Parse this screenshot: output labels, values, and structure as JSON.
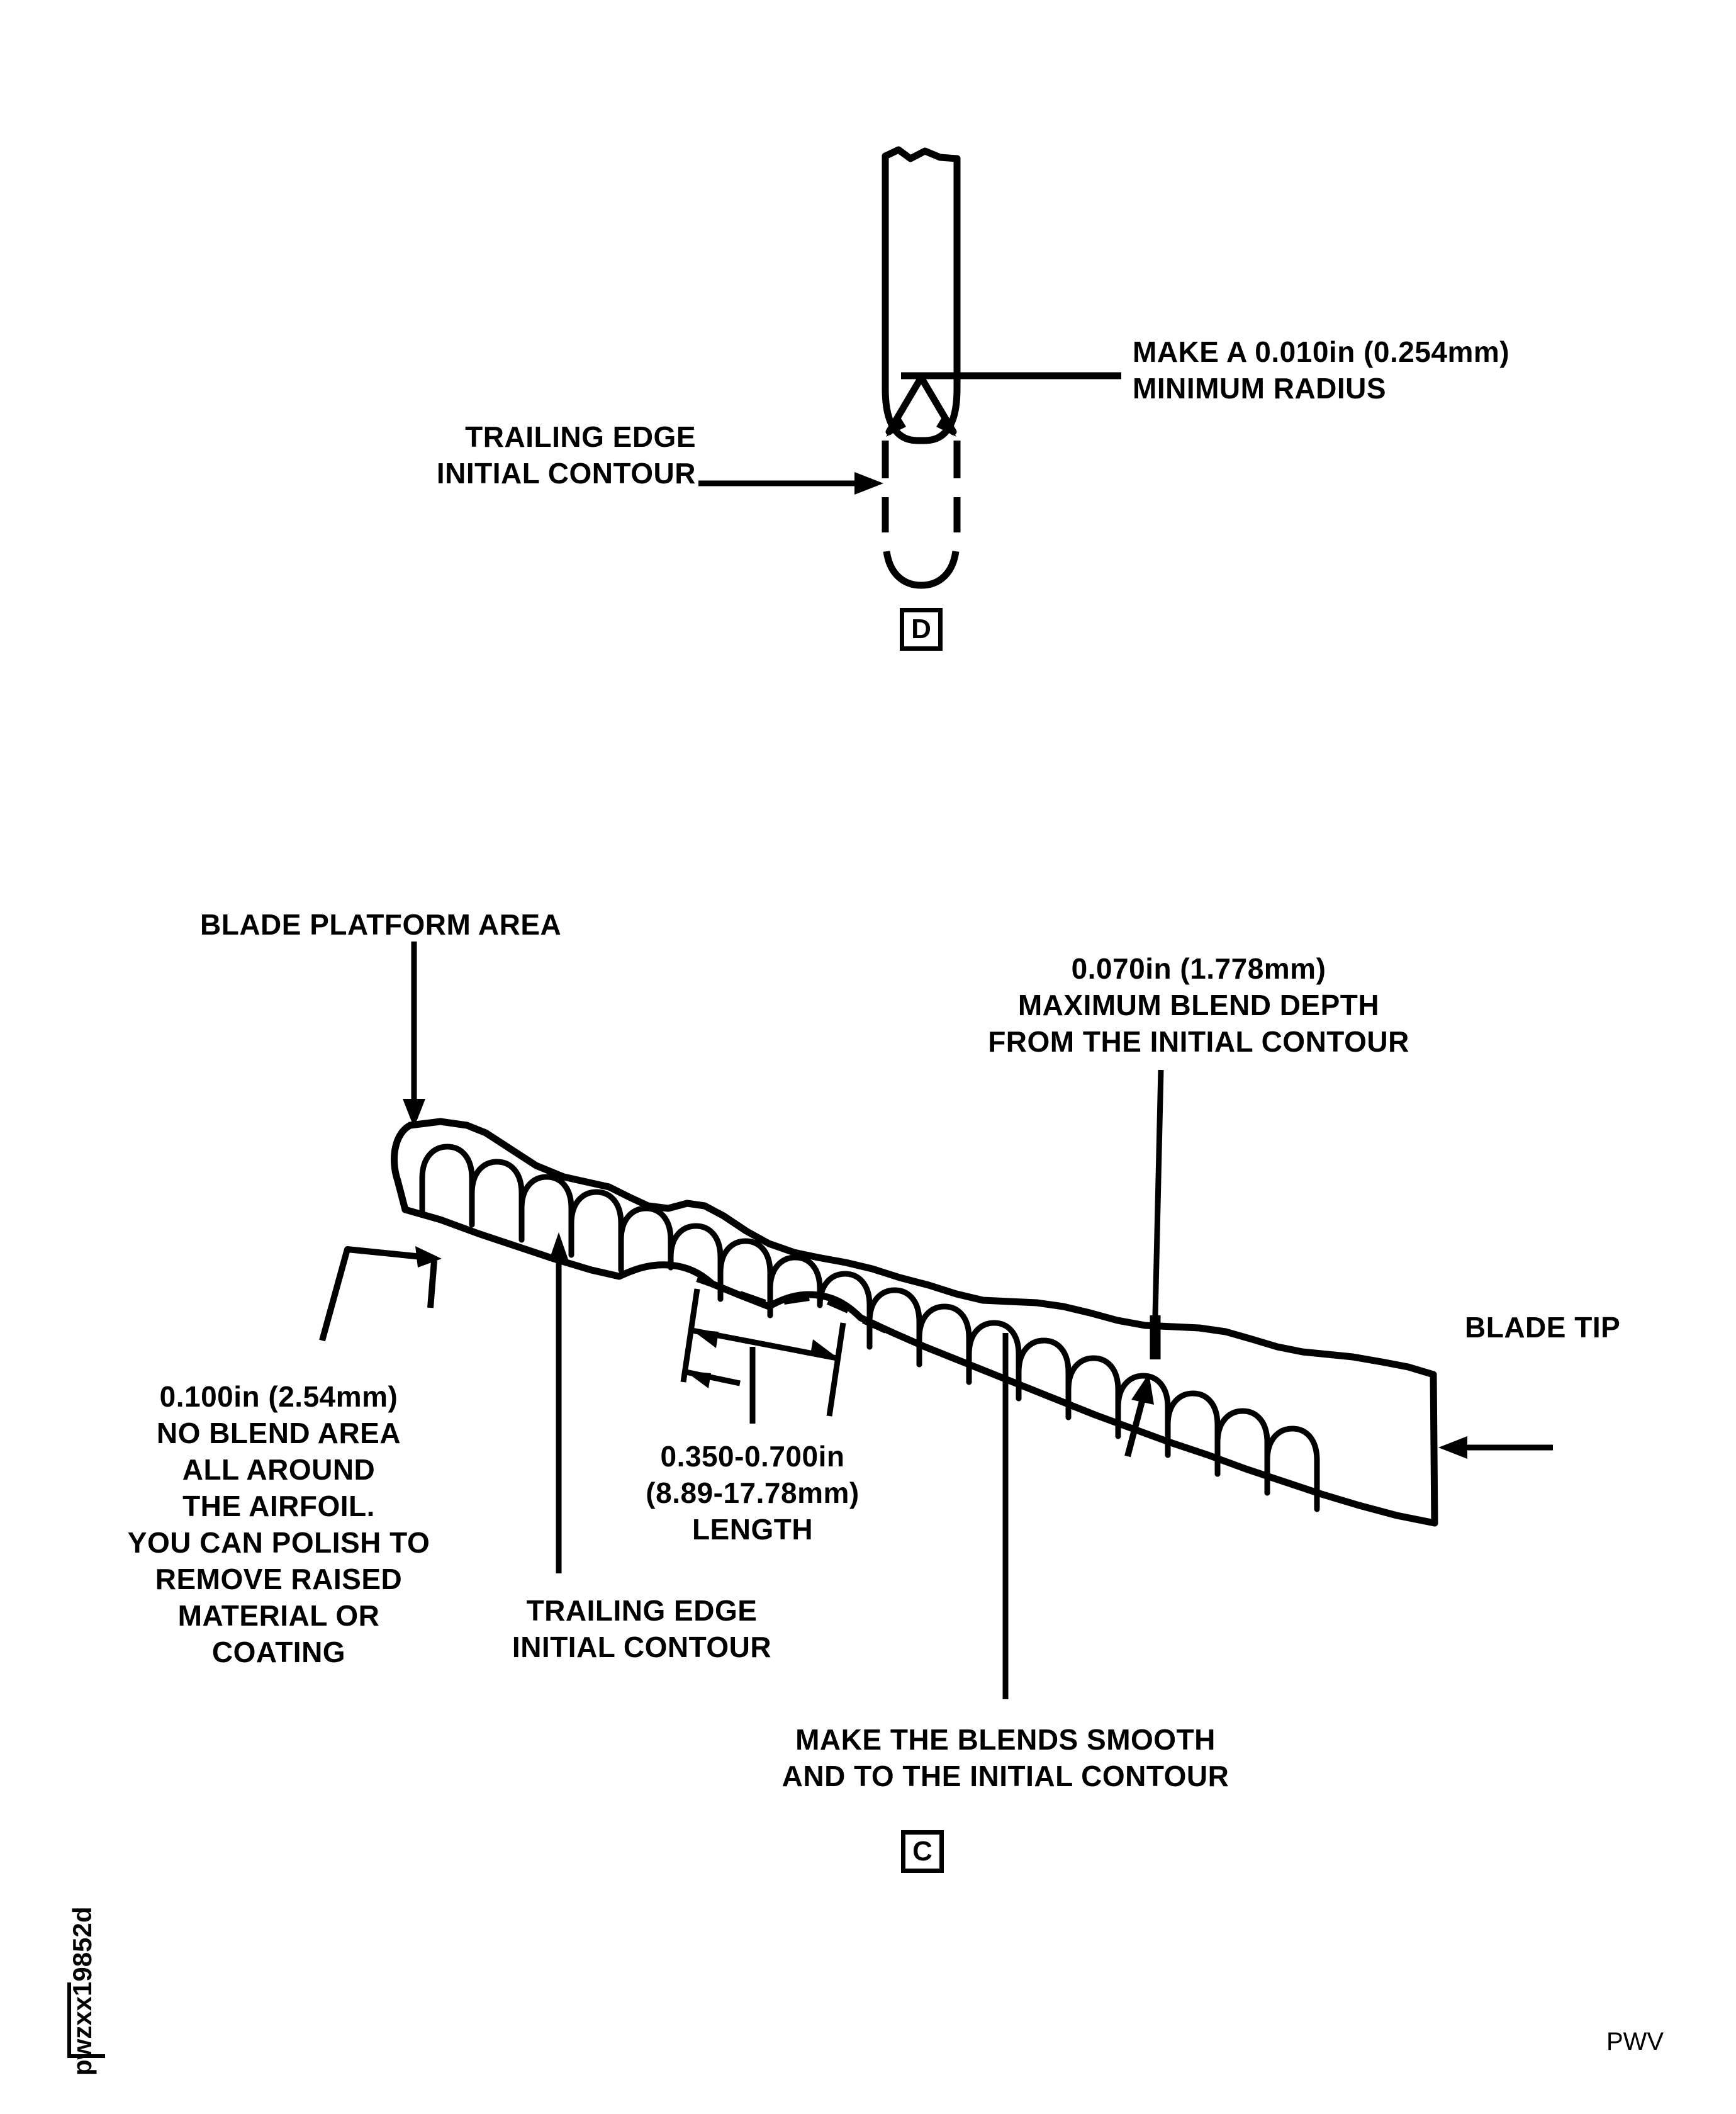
{
  "page": {
    "drawing_number": "pwzxx19852d",
    "footer_code": "PWV"
  },
  "detail_d": {
    "box_label": "D",
    "callout_radius": "MAKE A 0.010in (0.254mm)\nMINIMUM RADIUS",
    "callout_trailing_edge": "TRAILING EDGE\nINITIAL CONTOUR"
  },
  "detail_c": {
    "box_label": "C",
    "label_blade_platform": "BLADE PLATFORM AREA",
    "label_blend_depth": "0.070in (1.778mm)\nMAXIMUM BLEND DEPTH\nFROM THE INITIAL CONTOUR",
    "label_blade_tip": "BLADE TIP",
    "label_no_blend": "0.100in (2.54mm)\nNO BLEND AREA\nALL AROUND\nTHE AIRFOIL.\nYOU CAN POLISH TO\nREMOVE RAISED\nMATERIAL OR\nCOATING",
    "label_length": "0.350-0.700in\n(8.89-17.78mm)\nLENGTH",
    "label_trailing_edge": "TRAILING EDGE\nINITIAL CONTOUR",
    "label_blends_smooth": "MAKE THE BLENDS SMOOTH\nAND TO THE INITIAL CONTOUR"
  },
  "colors": {
    "ink": "#000000",
    "paper": "#ffffff"
  }
}
